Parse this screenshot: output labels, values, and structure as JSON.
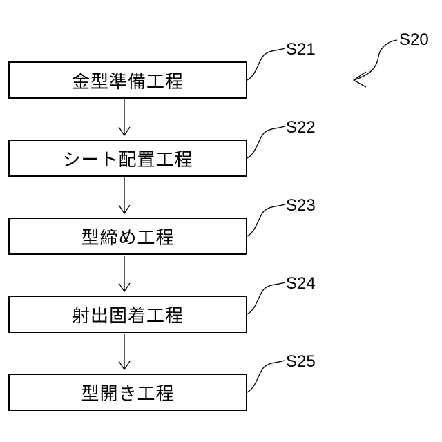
{
  "flowchart": {
    "id_label": "S20",
    "steps": [
      {
        "code": "S21",
        "label": "金型準備工程"
      },
      {
        "code": "S22",
        "label": "シート配置工程"
      },
      {
        "code": "S23",
        "label": "型締め工程"
      },
      {
        "code": "S24",
        "label": "射出固着工程"
      },
      {
        "code": "S25",
        "label": "型開き工程"
      }
    ]
  }
}
